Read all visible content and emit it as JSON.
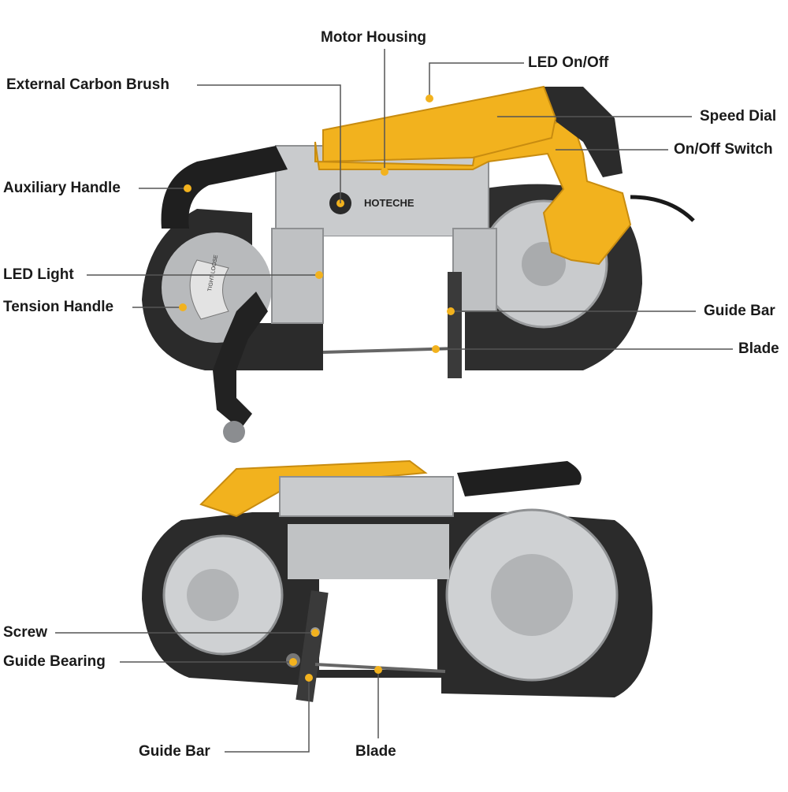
{
  "brand": "HOTECHE",
  "dial_label": "TIGHT LOOSE",
  "colors": {
    "body_yellow": "#f2b21e",
    "dark_rubber": "#2b2b2b",
    "metal": "#c9cbcd",
    "leader_line": "#555555",
    "dot": "#f2b21e"
  },
  "labels": {
    "top": {
      "motor_housing": "Motor Housing",
      "led_on_off": "LED On/Off",
      "external_carbon_brush": "External Carbon Brush",
      "speed_dial": "Speed Dial",
      "on_off_switch": "On/Off Switch",
      "auxiliary_handle": "Auxiliary Handle",
      "led_light": "LED Light",
      "tension_handle": "Tension Handle",
      "guide_bar": "Guide Bar",
      "blade": "Blade"
    },
    "bottom": {
      "screw": "Screw",
      "guide_bearing": "Guide Bearing",
      "guide_bar": "Guide Bar",
      "blade": "Blade"
    }
  }
}
